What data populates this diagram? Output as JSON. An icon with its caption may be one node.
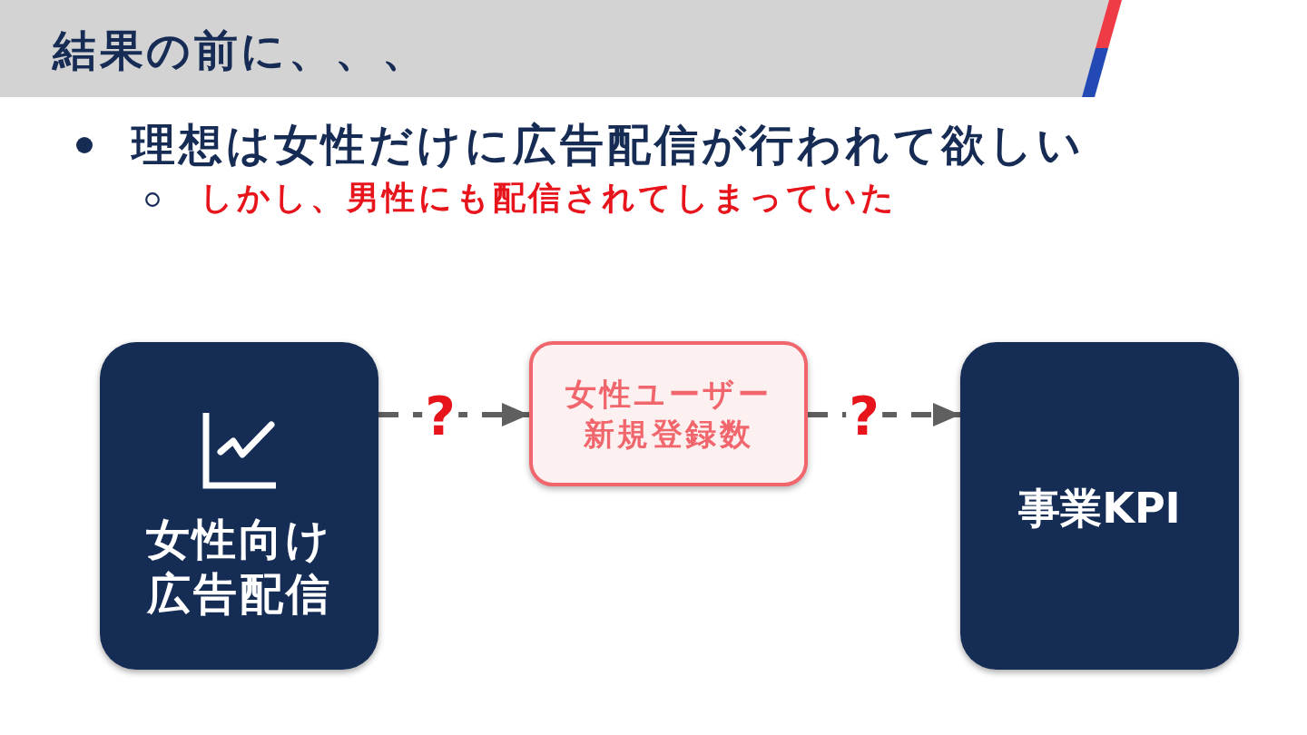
{
  "diagram": {
    "title": "結果の前に、、、",
    "nodes": [
      {
        "text": [
          "女性向け広告配信"
        ]
      },
      {
        "text": [
          "女性ユーザー新規登録数"
        ]
      },
      {
        "text": [
          "事業KPI"
        ]
      }
    ],
    "edges": [
      {
        "from": 0,
        "to": 1,
        "arrow": "to",
        "label": "?",
        "style": "dashed"
      },
      {
        "from": 1,
        "to": 2,
        "arrow": "to",
        "label": "?",
        "style": "dashed"
      }
    ],
    "labels": [
      "理想は女性だけに広告配信が行われて欲しい",
      "しかし、男性にも配信されてしまっていた"
    ]
  }
}
